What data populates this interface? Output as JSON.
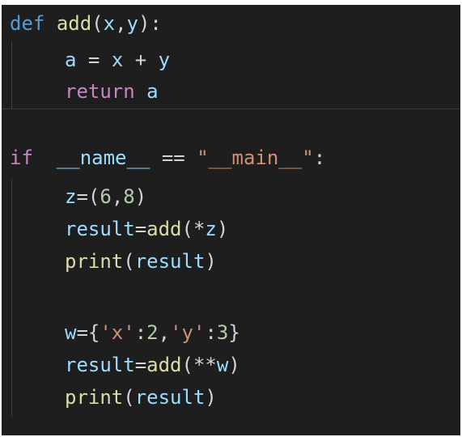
{
  "code": {
    "l1": {
      "kw": "def",
      "fn": "add",
      "open": "(",
      "p1": "x",
      "comma": ",",
      "p2": "y",
      "close": "):"
    },
    "l2": {
      "a": "a",
      "eq": " = ",
      "x": "x",
      "plus": " + ",
      "y": "y"
    },
    "l3": {
      "kw": "return",
      "a": "a"
    },
    "l4": {
      "kw": "if",
      "name": "__name__",
      "eq": " == ",
      "str": "\"__main__\"",
      "colon": ":"
    },
    "l5": {
      "z": "z",
      "eq": "=(",
      "n1": "6",
      "comma": ",",
      "n2": "8",
      "close": ")"
    },
    "l6": {
      "result": "result",
      "eq": "=",
      "fn": "add",
      "open": "(*",
      "z": "z",
      "close": ")"
    },
    "l7": {
      "fn": "print",
      "open": "(",
      "result": "result",
      "close": ")"
    },
    "l8": {
      "w": "w",
      "eq": "={",
      "k1": "'x'",
      "c1": ":",
      "v1": "2",
      "sep": ",",
      "k2": "'y'",
      "c2": ":",
      "v2": "3",
      "close": "}"
    },
    "l9": {
      "result": "result",
      "eq": "=",
      "fn": "add",
      "open": "(**",
      "w": "w",
      "close": ")"
    },
    "l10": {
      "fn": "print",
      "open": "(",
      "result": "result",
      "close": ")"
    }
  },
  "colors": {
    "background": "#1e1e1e",
    "keyword": "#569cd6",
    "control": "#c586c0",
    "function": "#dcdcaa",
    "variable": "#9cdcfe",
    "number": "#b5cea8",
    "string": "#ce9178"
  }
}
